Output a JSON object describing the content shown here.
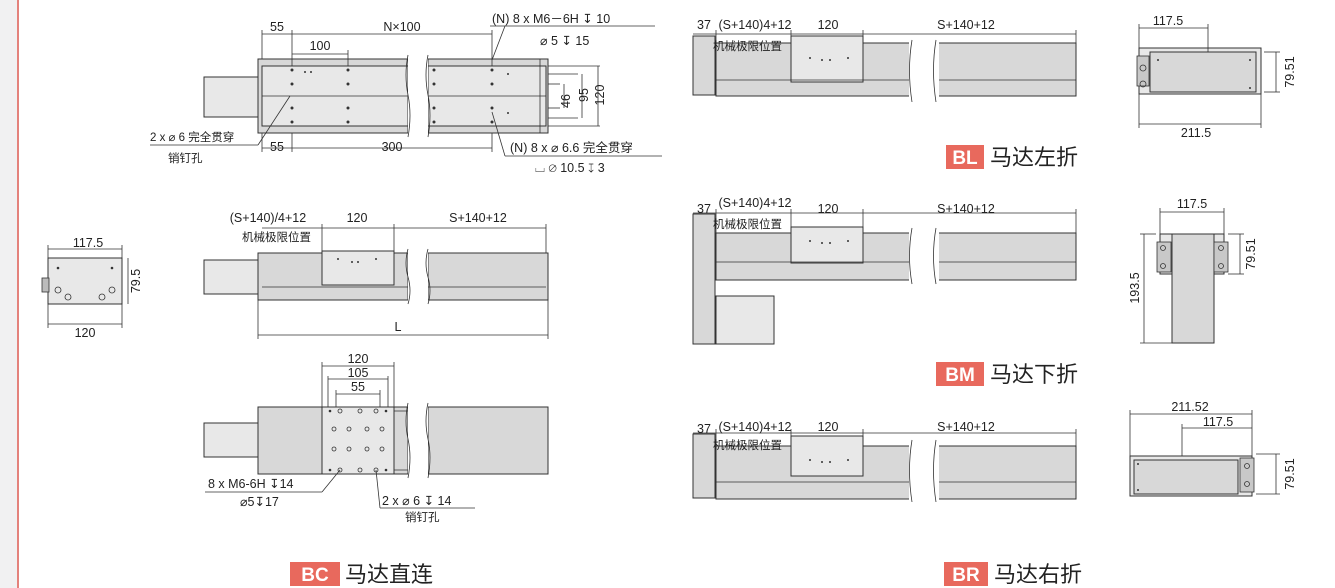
{
  "colors": {
    "accent": "#e4827c",
    "badge": "#e8695d",
    "part_fill": "#d8d8d8"
  },
  "captions": {
    "bc": {
      "code": "BC",
      "label": "马达直连"
    },
    "bl": {
      "code": "BL",
      "label": "马达左折"
    },
    "bm": {
      "code": "BM",
      "label": "马达下折"
    },
    "br": {
      "code": "BR",
      "label": "马达右折"
    }
  },
  "top_view": {
    "d55_left": "55",
    "n100": "N×100",
    "d100": "100",
    "tap_holes": "(N) 8 x  M6－6H ↧ 10",
    "tap_depth": "⌀ 5 ↧ 15",
    "pin_holes": "2 x ⌀ 6 完全贯穿",
    "pin_label": "销钉孔",
    "d55_bottom": "55",
    "d300": "300",
    "thru_holes": "(N) 8 x  ⌀ 6.6 完全贯穿",
    "cbore": "⌴ ⌀ 10.5 ↧ 3",
    "h46": "46",
    "h95": "95",
    "h120": "120"
  },
  "front_view": {
    "limit_dim": "(S+140)/4+12",
    "limit_label": "机械极限位置",
    "carriage": "120",
    "stroke": "S+140+12",
    "length": "L"
  },
  "end_view": {
    "w117": "117.5",
    "h79": "79.5",
    "w120": "120"
  },
  "carriage_view": {
    "d120": "120",
    "d105": "105",
    "d55": "55",
    "h105": "105",
    "tap_holes": "8 x M6-6H  ↧14",
    "tap_depth": "⌀5↧17",
    "pin_holes": "2 x ⌀  6 ↧ 14",
    "pin_label": "销钉孔"
  },
  "folded": {
    "d37": "37",
    "limit_dim": "(S+140)4+12",
    "limit_label": "机械极限位置",
    "carriage": "120",
    "stroke": "S+140+12"
  },
  "bl_end": {
    "w117": "117.5",
    "h79": "79.51",
    "w211": "211.5"
  },
  "bm_end": {
    "w117": "117.5",
    "h79": "79.51",
    "h193": "193.5"
  },
  "br_end": {
    "w211": "211.52",
    "w117": "117.5",
    "h79": "79.51"
  }
}
